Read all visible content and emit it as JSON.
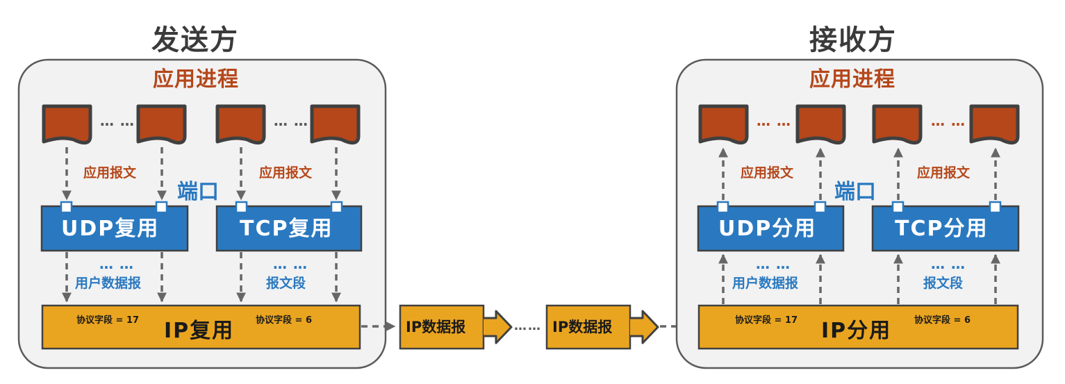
{
  "sender": {
    "title": "发送方",
    "process": "应用进程",
    "app_message": "应用报文",
    "port": "端口",
    "udp_box": "UDP复用",
    "tcp_box": "TCP复用",
    "user_datagram": "用户数据报",
    "segment": "报文段",
    "dots": "… …",
    "ip_box": "IP复用",
    "udp_protocol_field": "协议字段 = 17",
    "tcp_protocol_field": "协议字段 = 6"
  },
  "transit": {
    "datagram_1": "IP数据报",
    "datagram_2": "IP数据报",
    "dots": "……"
  },
  "receiver": {
    "title": "接收方",
    "process": "应用进程",
    "app_message": "应用报文",
    "port": "端口",
    "udp_box": "UDP分用",
    "tcp_box": "TCP分用",
    "user_datagram": "用户数据报",
    "segment": "报文段",
    "dots": "… …",
    "ip_box": "IP分用",
    "udp_protocol_field": "协议字段 = 17",
    "tcp_protocol_field": "协议字段 = 6"
  },
  "colors": {
    "process_doc": "#b5471a",
    "layer_box": "#2a79c0",
    "ip_box": "#eaa520",
    "panel_fill": "#f2f2f2",
    "panel_border": "#5a5a5a"
  }
}
